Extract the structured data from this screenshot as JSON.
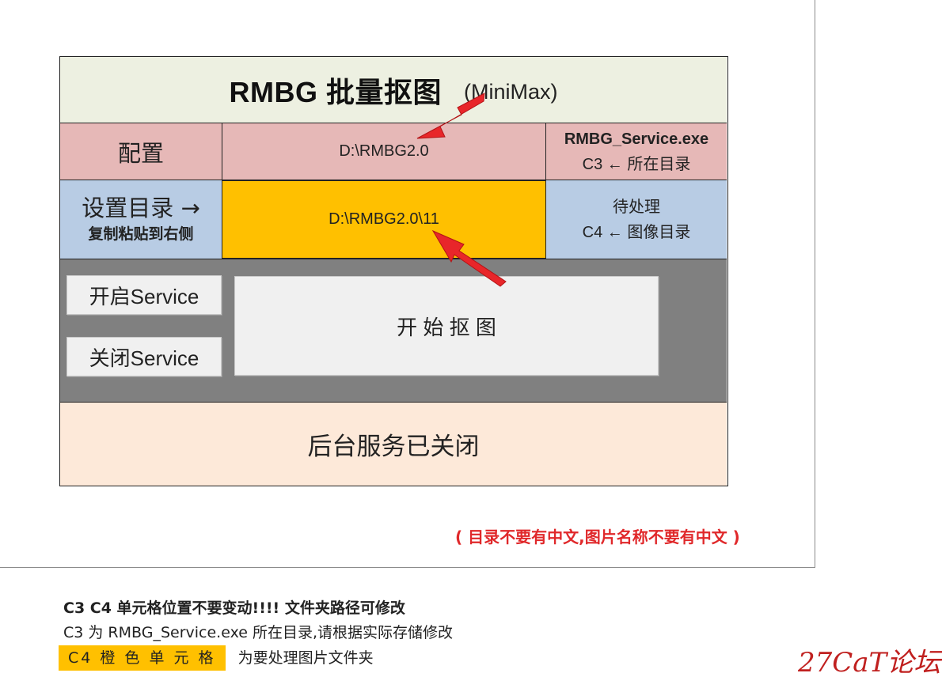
{
  "panel": {
    "title_main": "RMBG 批量抠图",
    "title_sub": "(MiniMax)",
    "config_label": "配置",
    "config_path": "D:\\RMBG2.0",
    "config_info_line1": "RMBG_Service.exe",
    "config_info_line2": "C3 ← 所在目录",
    "setdir_label": "设置目录 →",
    "setdir_sub": "复制粘贴到右侧",
    "image_path": "D:\\RMBG2.0\\11",
    "image_info_line1": "待处理",
    "image_info_line2": "C4 ← 图像目录",
    "btn_start_service": "开启Service",
    "btn_stop_service": "关闭Service",
    "btn_start_matting": "开 始 抠 图",
    "status_text": "后台服务已关闭"
  },
  "warning": "( 目录不要有中文,图片名称不要有中文 )",
  "notes": {
    "line1": "C3 C4 单元格位置不要变动!!!!  文件夹路径可修改",
    "line2": "C3 为 RMBG_Service.exe 所在目录,请根据实际存储修改",
    "line3_tag": "C4 橙 色 单 元 格",
    "line3_text": "为要处理图片文件夹"
  },
  "watermark": "27CaT论坛",
  "colors": {
    "title_bg": "#edf0e1",
    "config_bg": "#e6b8b7",
    "dir_bg": "#b8cce4",
    "orange": "#ffc000",
    "control_bg": "#808080",
    "status_bg": "#fde9d9",
    "warning_red": "#e0282a"
  },
  "icons": [
    "red-arrow-icon",
    "red-arrow-icon"
  ]
}
